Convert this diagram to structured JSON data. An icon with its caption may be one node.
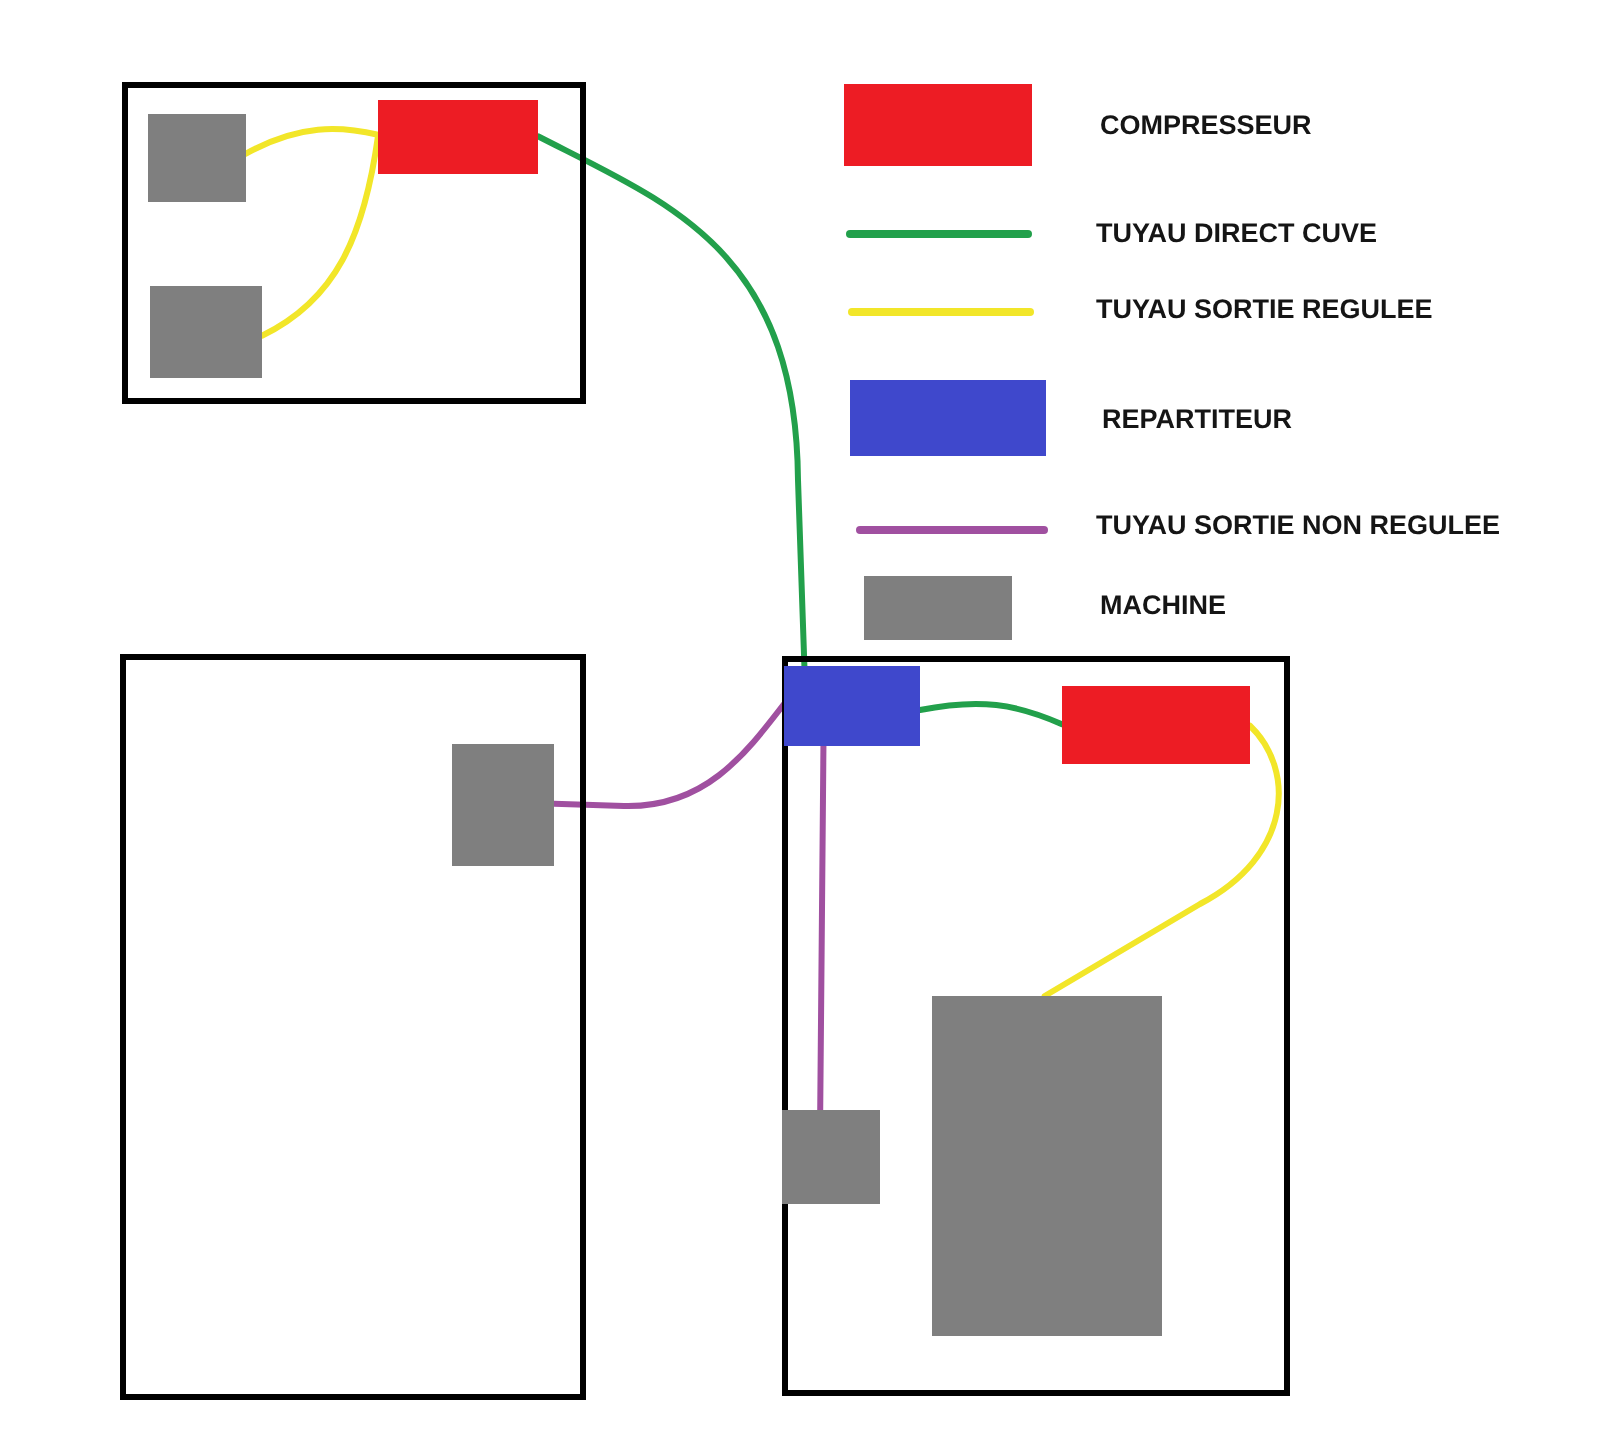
{
  "diagram": {
    "nodes": [
      {
        "text": [],
        "shape": "box"
      },
      {
        "text": [],
        "shape": "box",
        "in": 0
      },
      {
        "text": [],
        "shape": "box",
        "in": 0
      },
      {
        "text": [],
        "shape": "box",
        "in": 0
      },
      {
        "text": [],
        "shape": "box"
      },
      {
        "text": [],
        "shape": "box",
        "in": 4
      },
      {
        "text": [],
        "shape": "box"
      },
      {
        "text": [],
        "shape": "box",
        "in": 6
      },
      {
        "text": [],
        "shape": "box",
        "in": 6
      },
      {
        "text": [],
        "shape": "box",
        "in": 6
      },
      {
        "text": [],
        "shape": "box",
        "in": 6
      }
    ],
    "edges": [
      {
        "from": 1,
        "to": 3,
        "arrow": "none",
        "color": "#f2e629"
      },
      {
        "from": 2,
        "to": 3,
        "arrow": "none",
        "color": "#f2e629"
      },
      {
        "from": 3,
        "to": 7,
        "arrow": "none",
        "color": "#22a04b"
      },
      {
        "from": 7,
        "to": 5,
        "arrow": "none",
        "color": "#a050a0"
      },
      {
        "from": 7,
        "to": 10,
        "arrow": "none",
        "color": "#a050a0"
      },
      {
        "from": 7,
        "to": 8,
        "arrow": "none",
        "color": "#22a04b"
      },
      {
        "from": 8,
        "to": 9,
        "arrow": "none",
        "color": "#f2e629"
      }
    ],
    "legend": [
      {
        "text": "COMPRESSEUR",
        "color": "#ed1c24"
      },
      {
        "text": "TUYAU DIRECT CUVE"
      },
      {
        "text": "TUYAU SORTIE REGULEE"
      },
      {
        "text": "REPARTITEUR",
        "color": "#3f48cc"
      },
      {
        "text": "TUYAU SORTIE NON REGULEE"
      },
      {
        "text": "MACHINE",
        "color": "#7f7f7f"
      }
    ]
  }
}
